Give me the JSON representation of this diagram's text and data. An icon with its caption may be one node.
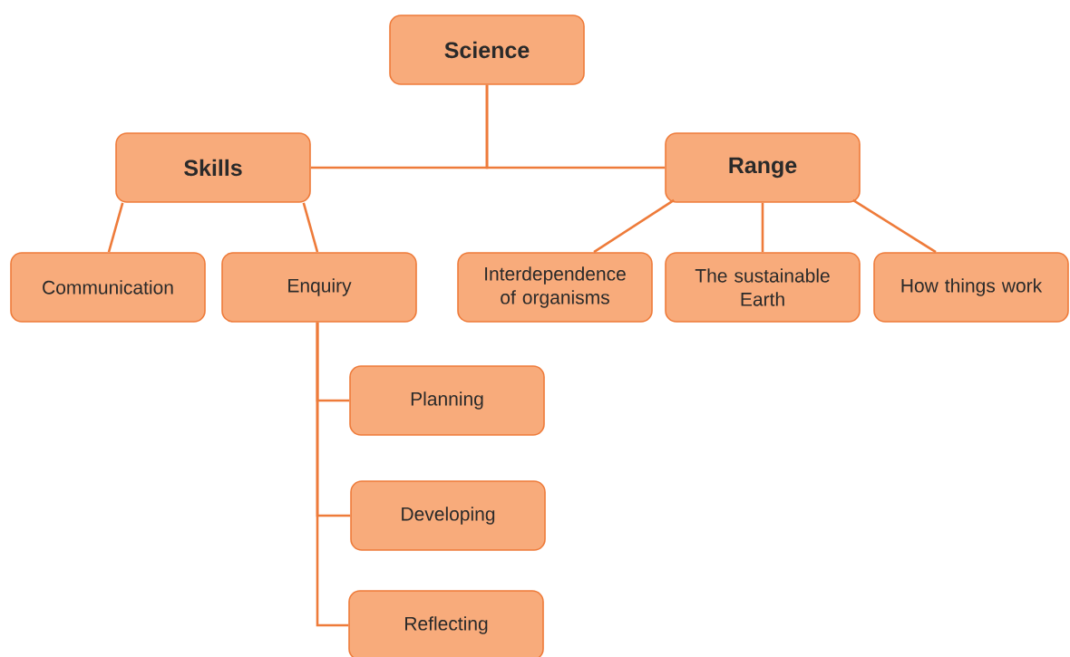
{
  "diagram": {
    "nodes": [
      {
        "text": [
          "Science"
        ]
      },
      {
        "text": [
          "Skills"
        ]
      },
      {
        "text": [
          "Range"
        ]
      },
      {
        "text": [
          "Communication"
        ]
      },
      {
        "text": [
          "Enquiry"
        ]
      },
      {
        "text": [
          "Interdependence of organisms"
        ]
      },
      {
        "text": [
          "The sustainable Earth"
        ]
      },
      {
        "text": [
          "How things work"
        ]
      },
      {
        "text": [
          "Planning"
        ]
      },
      {
        "text": [
          "Developing"
        ]
      },
      {
        "text": [
          "Reflecting"
        ]
      }
    ],
    "edges": [
      {
        "from": 0,
        "to": 1,
        "arrow": "none"
      },
      {
        "from": 0,
        "to": 2,
        "arrow": "none"
      },
      {
        "from": 1,
        "to": 3,
        "arrow": "none"
      },
      {
        "from": 1,
        "to": 4,
        "arrow": "none"
      },
      {
        "from": 2,
        "to": 5,
        "arrow": "none"
      },
      {
        "from": 2,
        "to": 6,
        "arrow": "none"
      },
      {
        "from": 2,
        "to": 7,
        "arrow": "none"
      },
      {
        "from": 4,
        "to": 8,
        "arrow": "none"
      },
      {
        "from": 4,
        "to": 9,
        "arrow": "none"
      },
      {
        "from": 4,
        "to": 10,
        "arrow": "none"
      }
    ]
  }
}
